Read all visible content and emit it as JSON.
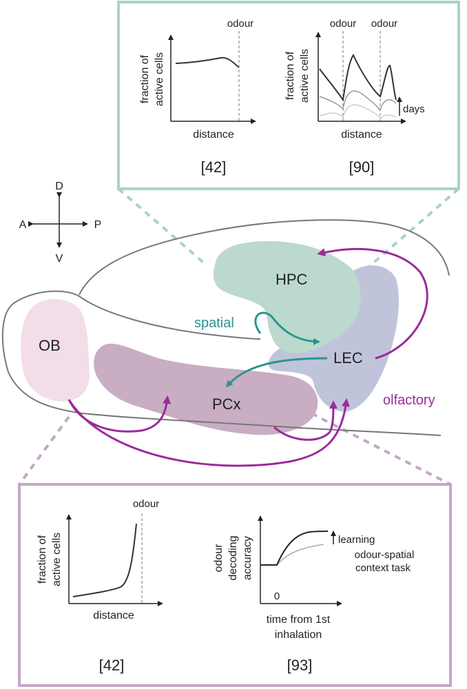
{
  "colors": {
    "teal_frame": "#a9d2c8",
    "purple_frame": "#c6a6c8",
    "hpc_fill": "#bcd9cd",
    "lec_fill": "#c0c4db",
    "pcx_fill": "#c8adc3",
    "ob_fill": "#f2dde8",
    "teal_arrow": "#2a9390",
    "purple_arrow": "#9b2a9b",
    "outline": "#777777",
    "text": "#222222"
  },
  "compass": {
    "dorsal": "D",
    "ventral": "V",
    "anterior": "A",
    "posterior": "P"
  },
  "regions": {
    "hpc": "HPC",
    "lec": "LEC",
    "pcx": "PCx",
    "ob": "OB"
  },
  "pathways": {
    "spatial": "spatial",
    "olfactory": "olfactory"
  },
  "top_panel": {
    "left_plot": {
      "ylabel_line1": "fraction of",
      "ylabel_line2": "active cells",
      "xlabel": "distance",
      "marker": "odour",
      "ref": "[42]"
    },
    "right_plot": {
      "ylabel_line1": "fraction of",
      "ylabel_line2": "active cells",
      "xlabel": "distance",
      "marker1": "odour",
      "marker2": "odour",
      "trend_label": "days",
      "ref": "[90]"
    }
  },
  "bottom_panel": {
    "left_plot": {
      "ylabel_line1": "fraction of",
      "ylabel_line2": "active cells",
      "xlabel": "distance",
      "marker": "odour",
      "ref": "[42]"
    },
    "right_plot": {
      "ylabel_line1": "odour",
      "ylabel_line2": "decoding",
      "ylabel_line3": "accuracy",
      "zero_tick": "0",
      "xlabel_line1": "time from 1st",
      "xlabel_line2": "inhalation",
      "trend_label": "learning",
      "task_line1": "odour-spatial",
      "task_line2": "context task",
      "ref": "[93]"
    }
  }
}
